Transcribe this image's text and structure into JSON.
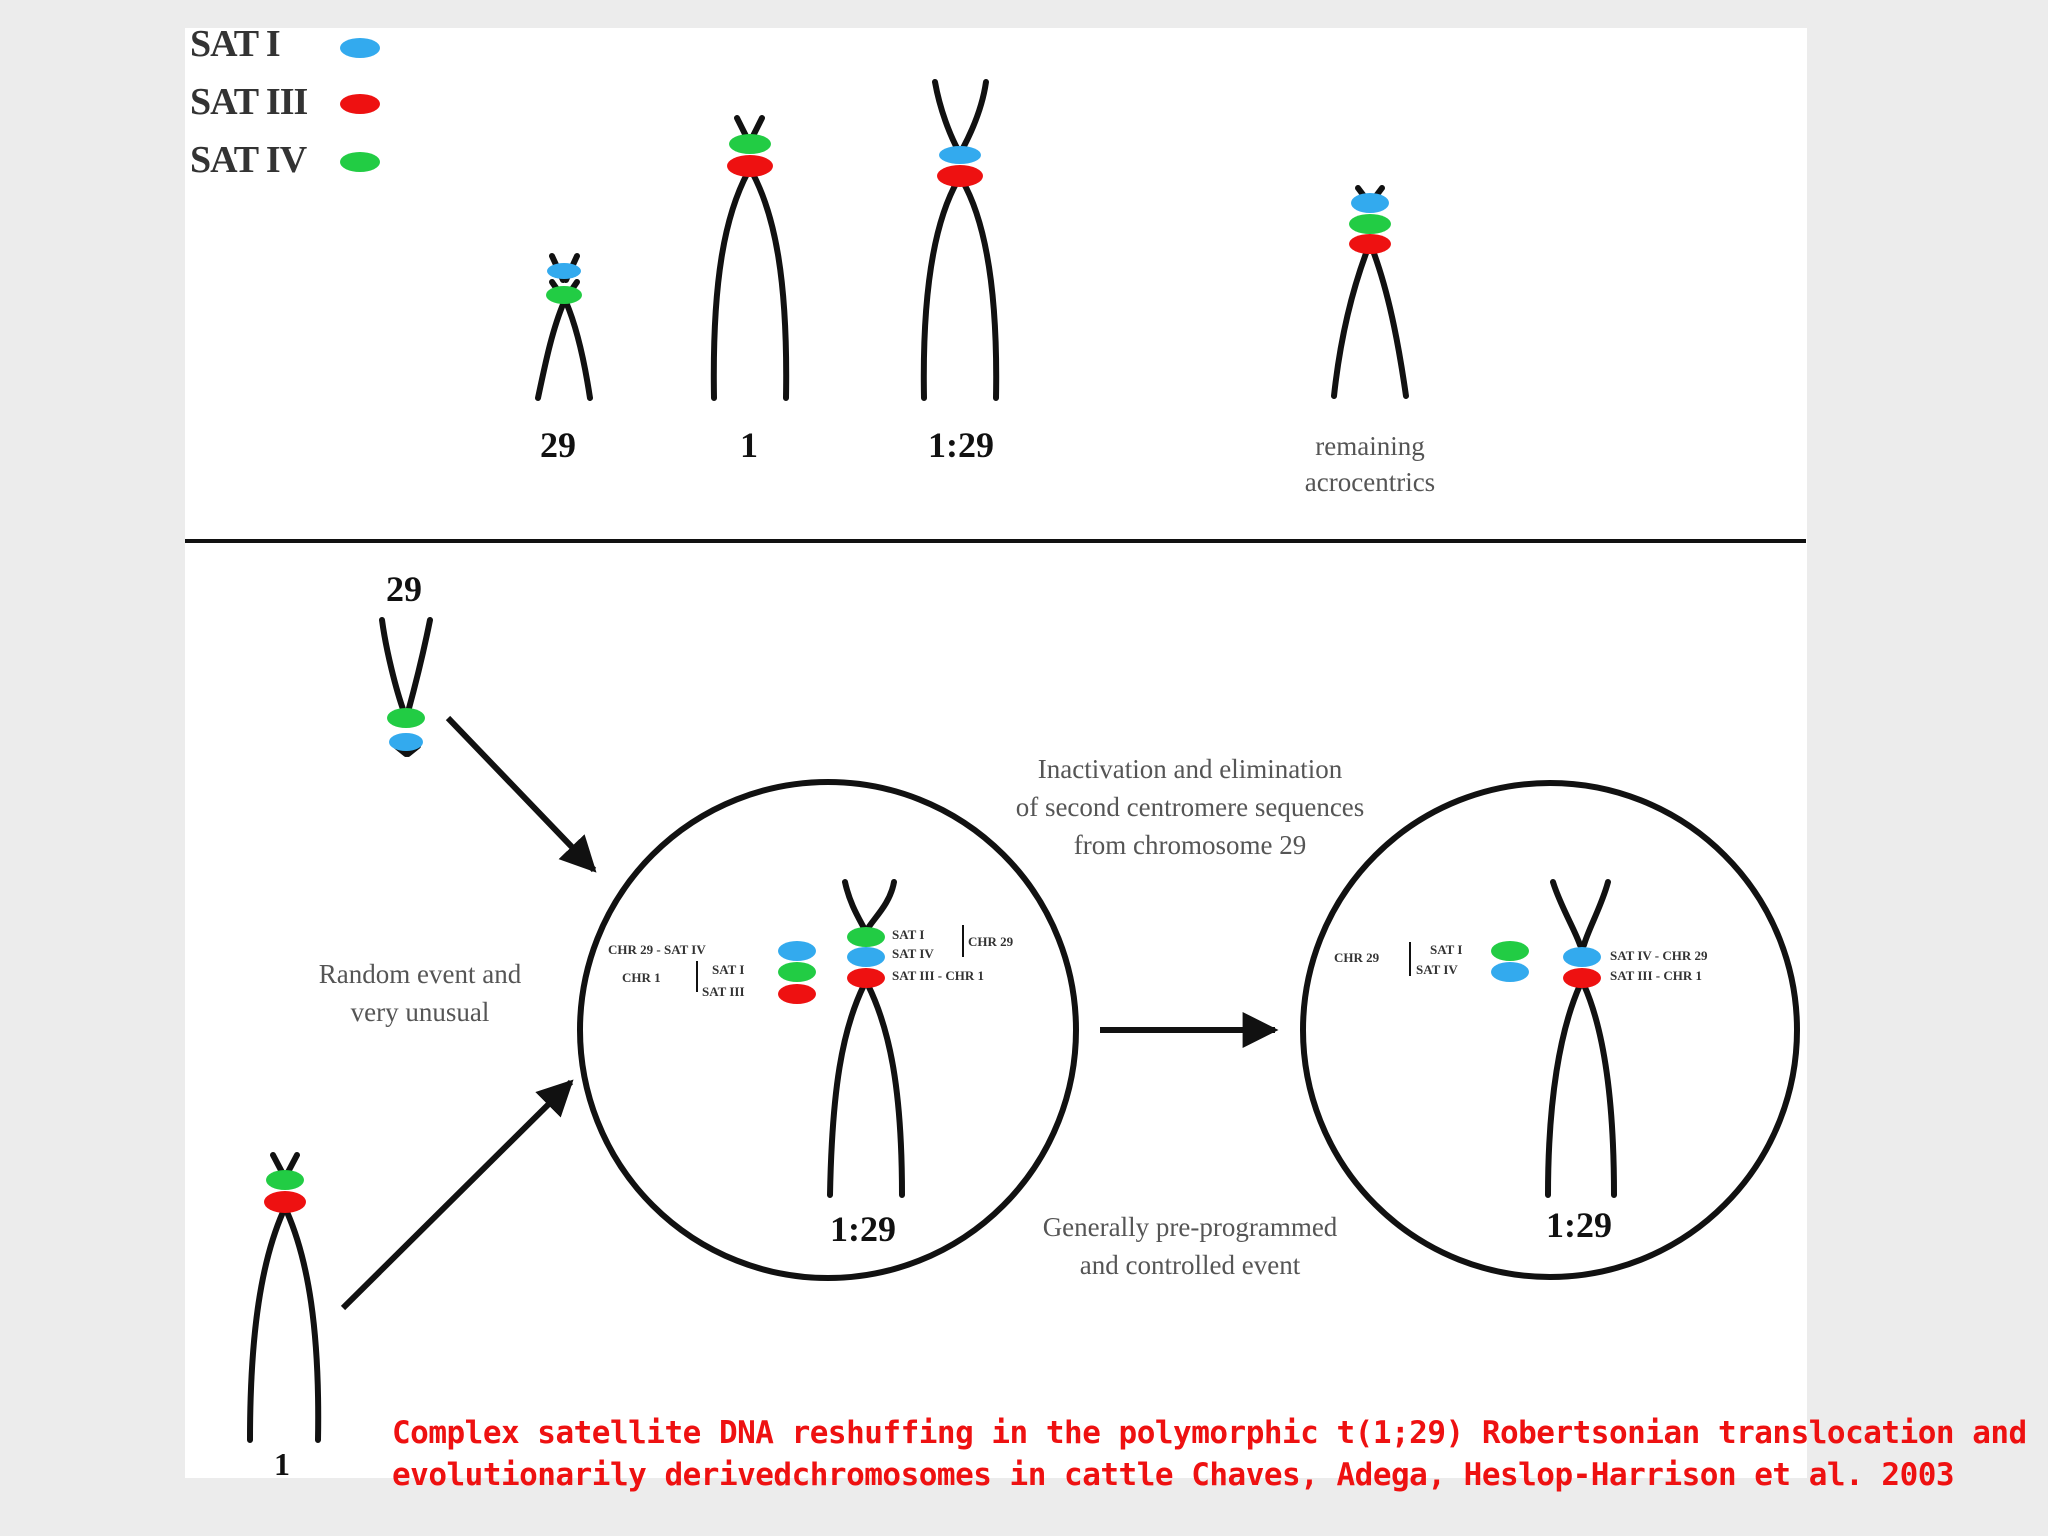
{
  "legend": [
    {
      "label": "SAT I",
      "color": "#33aaee"
    },
    {
      "label": "SAT III",
      "color": "#ee1111"
    },
    {
      "label": "SAT IV",
      "color": "#22cc44"
    }
  ],
  "top_panel": {
    "labels": {
      "chr29": "29",
      "chr1": "1",
      "chr1_29": "1:29",
      "remaining": "remaining\nacrocentrics"
    }
  },
  "bottom_panel": {
    "chr29_label": "29",
    "chr1_label": "1",
    "random_event": "Random event and\nvery unusual",
    "inactivation": "Inactivation and elimination\nof second centromere sequences\nfrom chromosome 29",
    "controlled": "Generally pre-programmed\nand controlled event",
    "circle1": {
      "left_labels": [
        "CHR 29 - SAT IV",
        "CHR 1",
        "SAT I",
        "SAT III"
      ],
      "right_labels": [
        "SAT I",
        "SAT IV",
        "CHR 29",
        "SAT III - CHR 1"
      ],
      "chr_label": "1:29"
    },
    "circle2": {
      "left_labels": [
        "CHR 29",
        "SAT I",
        "SAT IV"
      ],
      "right_labels": [
        "SAT IV - CHR 29",
        "SAT III - CHR 1"
      ],
      "chr_label": "1:29"
    }
  },
  "caption": {
    "line1": "Complex satellite DNA reshuffing in the polymorphic t(1;29) Robertsonian translocation and",
    "line2": "evolutionarily derivedchromosomes in cattle Chaves, Adega, Heslop-Harrison et al. 2003"
  },
  "colors": {
    "sat1": "#33aaee",
    "sat3": "#ee1111",
    "sat4": "#22cc44",
    "ink": "#111111"
  }
}
